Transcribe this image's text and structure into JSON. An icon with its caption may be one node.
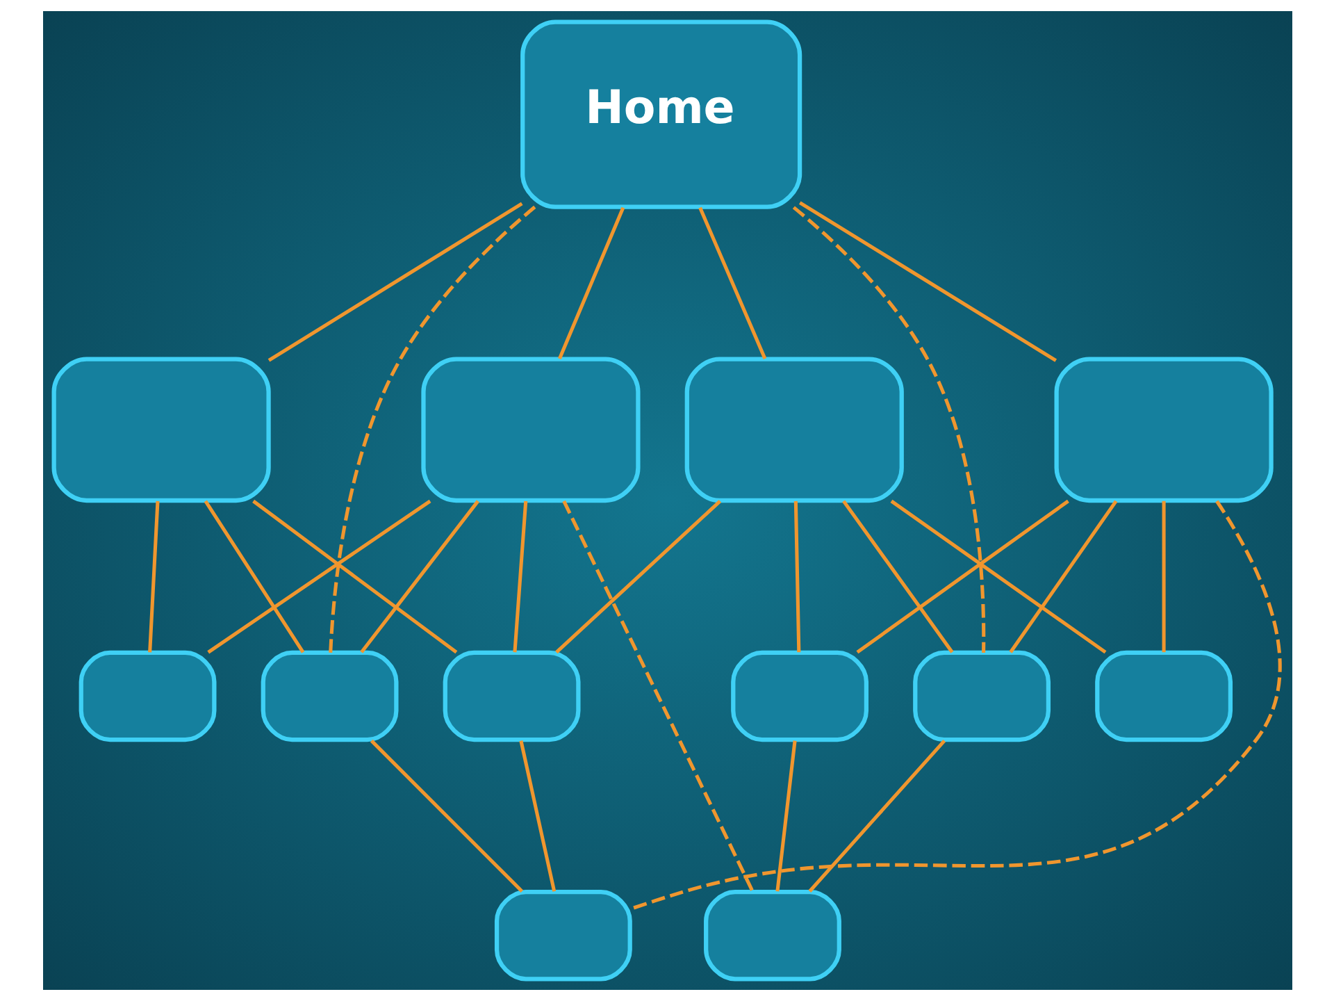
{
  "diagram": {
    "nodes": [
      {
        "text": [
          "Home"
        ]
      },
      {
        "text": [],
        "shape": "box"
      },
      {
        "text": [],
        "shape": "box"
      },
      {
        "text": [],
        "shape": "box"
      },
      {
        "text": [],
        "shape": "box"
      },
      {
        "text": [],
        "shape": "box"
      },
      {
        "text": [],
        "shape": "box"
      },
      {
        "text": [],
        "shape": "box"
      },
      {
        "text": [],
        "shape": "box"
      },
      {
        "text": [],
        "shape": "box"
      },
      {
        "text": [],
        "shape": "box"
      },
      {
        "text": [],
        "shape": "box"
      },
      {
        "text": [],
        "shape": "box"
      }
    ],
    "edges": [
      {
        "from": 0,
        "to": 1,
        "arrow": "none"
      },
      {
        "from": 0,
        "to": 2,
        "arrow": "none"
      },
      {
        "from": 0,
        "to": 6,
        "arrow": "none",
        "style": "dashed"
      },
      {
        "from": 0,
        "to": 9,
        "arrow": "none",
        "style": "dashed"
      },
      {
        "from": 0,
        "to": 3,
        "arrow": "none"
      },
      {
        "from": 0,
        "to": 4,
        "arrow": "none"
      },
      {
        "from": 1,
        "to": 5,
        "arrow": "none"
      },
      {
        "from": 1,
        "to": 6,
        "arrow": "none"
      },
      {
        "from": 1,
        "to": 7,
        "arrow": "none"
      },
      {
        "from": 2,
        "to": 5,
        "arrow": "none"
      },
      {
        "from": 2,
        "to": 6,
        "arrow": "none"
      },
      {
        "from": 2,
        "to": 7,
        "arrow": "none"
      },
      {
        "from": 2,
        "to": 12,
        "arrow": "none",
        "style": "dashed"
      },
      {
        "from": 3,
        "to": 7,
        "arrow": "none"
      },
      {
        "from": 3,
        "to": 8,
        "arrow": "none"
      },
      {
        "from": 3,
        "to": 9,
        "arrow": "none"
      },
      {
        "from": 3,
        "to": 10,
        "arrow": "none"
      },
      {
        "from": 4,
        "to": 8,
        "arrow": "none"
      },
      {
        "from": 4,
        "to": 9,
        "arrow": "none"
      },
      {
        "from": 4,
        "to": 10,
        "arrow": "none"
      },
      {
        "from": 4,
        "to": 11,
        "arrow": "none",
        "style": "dashed"
      },
      {
        "from": 6,
        "to": 11,
        "arrow": "none"
      },
      {
        "from": 7,
        "to": 11,
        "arrow": "none"
      },
      {
        "from": 8,
        "to": 12,
        "arrow": "none"
      },
      {
        "from": 9,
        "to": 12,
        "arrow": "none"
      }
    ]
  }
}
